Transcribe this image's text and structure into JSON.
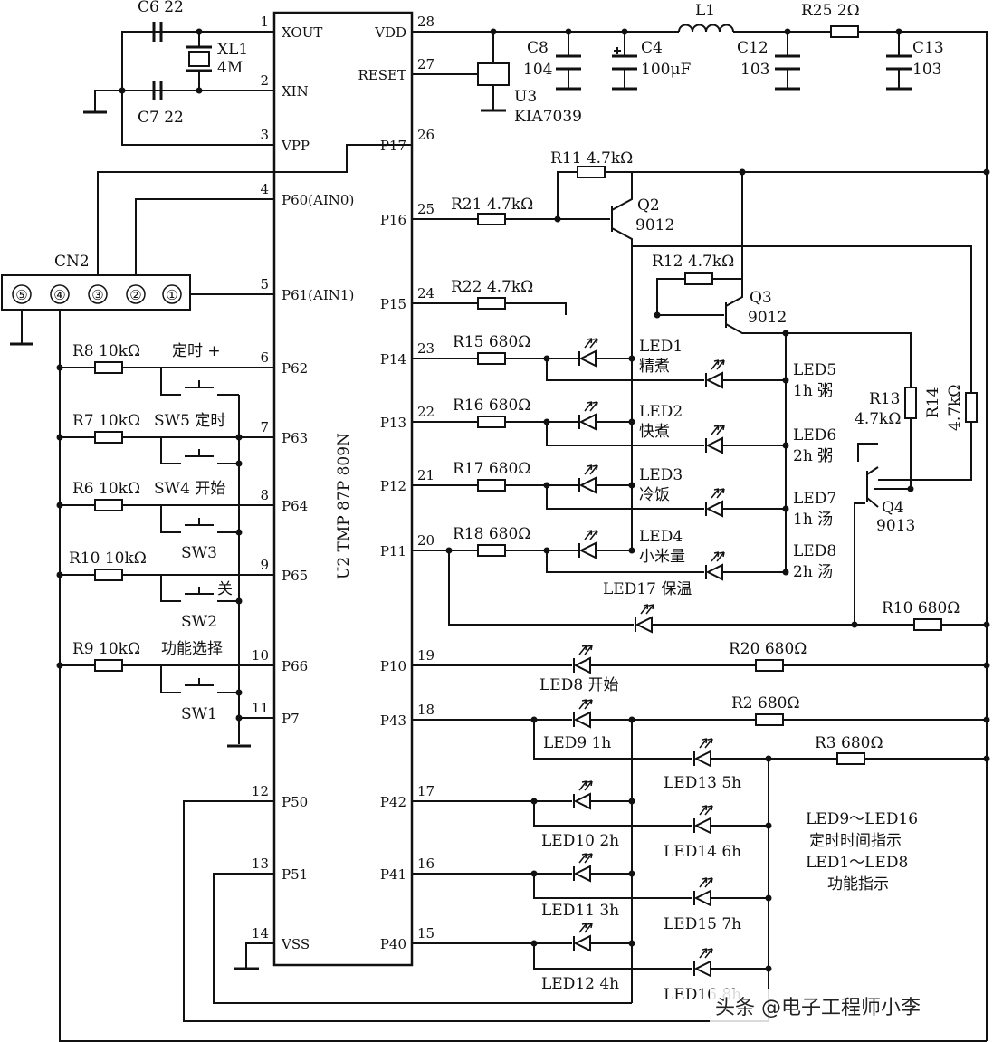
{
  "ic": {
    "name": "U2 TMP 87P 809N",
    "left_pins": [
      {
        "num": "1",
        "name": "XOUT"
      },
      {
        "num": "2",
        "name": "XIN"
      },
      {
        "num": "3",
        "name": "VPP"
      },
      {
        "num": "4",
        "name": "P60(AIN0)"
      },
      {
        "num": "5",
        "name": "P61(AIN1)"
      },
      {
        "num": "6",
        "name": "P62"
      },
      {
        "num": "7",
        "name": "P63"
      },
      {
        "num": "8",
        "name": "P64"
      },
      {
        "num": "9",
        "name": "P65"
      },
      {
        "num": "10",
        "name": "P66"
      },
      {
        "num": "11",
        "name": "P7"
      },
      {
        "num": "12",
        "name": "P50"
      },
      {
        "num": "13",
        "name": "P51"
      },
      {
        "num": "14",
        "name": "VSS"
      }
    ],
    "right_pins": [
      {
        "num": "28",
        "name": "VDD"
      },
      {
        "num": "27",
        "name": "RESET"
      },
      {
        "num": "26",
        "name": "P17"
      },
      {
        "num": "25",
        "name": "P16"
      },
      {
        "num": "24",
        "name": "P15"
      },
      {
        "num": "23",
        "name": "P14"
      },
      {
        "num": "22",
        "name": "P13"
      },
      {
        "num": "21",
        "name": "P12"
      },
      {
        "num": "20",
        "name": "P11"
      },
      {
        "num": "19",
        "name": "P10"
      },
      {
        "num": "18",
        "name": "P43"
      },
      {
        "num": "17",
        "name": "P42"
      },
      {
        "num": "16",
        "name": "P41"
      },
      {
        "num": "15",
        "name": "P40"
      }
    ]
  },
  "osc": {
    "c6": "C6 22",
    "c7": "C7 22",
    "xl1": "XL1",
    "xl1_val": "4M"
  },
  "connector": {
    "name": "CN2",
    "pins": [
      "⑤",
      "④",
      "③",
      "②",
      "①"
    ]
  },
  "power": {
    "c8": "C8",
    "c8_val": "104",
    "c4": "C4",
    "c4_val": "100μF",
    "l1": "L1",
    "c12": "C12",
    "c12_val": "103",
    "r25": "R25 2Ω",
    "c13": "C13",
    "c13_val": "103",
    "u3": "U3",
    "u3_val": "KIA7039"
  },
  "keys": {
    "r8": "R8 10kΩ",
    "k1": "定时 +",
    "sw5": "SW5 定时",
    "r7": "R7 10kΩ",
    "sw4": "SW4 开始",
    "r6": "R6 10kΩ",
    "sw3": "SW3",
    "r10": "R10 10kΩ",
    "k_off": "关",
    "sw2": "SW2",
    "r9": "R9 10kΩ",
    "k_func": "功能选择",
    "sw1": "SW1"
  },
  "drive": {
    "r11": "R11 4.7kΩ",
    "r21": "R21 4.7kΩ",
    "q2": "Q2",
    "q2_val": "9012",
    "r12": "R12 4.7kΩ",
    "r22": "R22 4.7kΩ",
    "q3": "Q3",
    "q3_val": "9012",
    "r13": "R13",
    "r13_val": "4.7kΩ",
    "r14": "R14",
    "r14_val": "4.7kΩ",
    "q4": "Q4",
    "q4_val": "9013"
  },
  "func_leds": {
    "r15": "R15 680Ω",
    "r16": "R16 680Ω",
    "r17": "R17 680Ω",
    "r18": "R18 680Ω",
    "led1": "LED1",
    "led1_t": "精煮",
    "led2": "LED2",
    "led2_t": "快煮",
    "led3": "LED3",
    "led3_t": "冷饭",
    "led4": "LED4",
    "led4_t": "小米量",
    "led5": "LED5",
    "led5_t": "1h 粥",
    "led6": "LED6",
    "led6_t": "2h 粥",
    "led7": "LED7",
    "led7_t": "1h 汤",
    "led8": "LED8",
    "led8_t": "2h 汤",
    "led17": "LED17 保温",
    "r10b": "R10 680Ω"
  },
  "timer_leds": {
    "led8s": "LED8 开始",
    "r20": "R20 680Ω",
    "r2": "R2 680Ω",
    "r3": "R3 680Ω",
    "led9": "LED9 1h",
    "led10": "LED10 2h",
    "led11": "LED11 3h",
    "led12": "LED12 4h",
    "led13": "LED13 5h",
    "led14": "LED14 6h",
    "led15": "LED15 7h",
    "led16": "LED16 8h"
  },
  "notes": {
    "line1": "LED9～LED16",
    "line2": "定时时间指示",
    "line3": "LED1～LED8",
    "line4": "功能指示"
  },
  "watermark": "头条 @电子工程师小李"
}
